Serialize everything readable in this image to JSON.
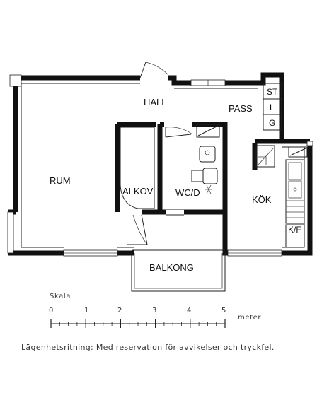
{
  "rooms": {
    "hall": "HALL",
    "pass": "PASS",
    "rum": "RUM",
    "alkov": "ALKOV",
    "wcd": "WC/D",
    "kok": "KÖK",
    "balkong": "BALKONG",
    "st": "ST",
    "l": "L",
    "g": "G",
    "kf": "K/F"
  },
  "scale": {
    "title": "Skala",
    "ticks": [
      "0",
      "1",
      "2",
      "3",
      "4",
      "5"
    ],
    "unit": "meter"
  },
  "caption": "Lägenhetsritning: Med reservation för avvikelser och tryckfel.",
  "colors": {
    "ink": "#111111",
    "background": "#ffffff"
  }
}
